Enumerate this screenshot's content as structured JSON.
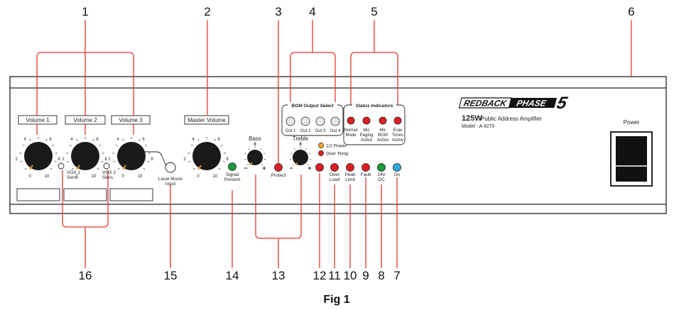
{
  "figure": {
    "caption": "Fig 1"
  },
  "callouts": {
    "c1": "1",
    "c2": "2",
    "c3": "3",
    "c4": "4",
    "c5": "5",
    "c6": "6",
    "c7": "7",
    "c8": "8",
    "c9": "9",
    "c10": "10",
    "c11": "11",
    "c12": "12",
    "c13": "13",
    "c14": "14",
    "c15": "15",
    "c16": "16"
  },
  "labels": {
    "volume1": "Volume 1",
    "volume2": "Volume 2",
    "volume3": "Volume 3",
    "master_volume": "Master Volume",
    "bass": "Bass",
    "treble": "Treble",
    "vox1": "VOX 1",
    "vox2": "VOX 2",
    "sens": "Sens.",
    "local_music_line1": "Local Music",
    "local_music_line2": "Input",
    "signal_line1": "Signal",
    "signal_line2": "Present",
    "protect": "Protect",
    "half_power": "1/2 Power",
    "over_temp": "Over Temp",
    "over_load_line1": "Over",
    "over_load_line2": "Load",
    "peak_line1": "Peak",
    "peak_line2": "Limit",
    "fault": "Fault",
    "dc_line1": "24V",
    "dc_line2": "DC",
    "on": "On",
    "bgm_output_select": "BGM Output Select",
    "out1": "Out 1",
    "out2": "Out 2",
    "out3": "Out 3",
    "out4": "Out 4",
    "status_indicators": "Status Indicators",
    "normal_line1": "Normal",
    "normal_line2": "Mode",
    "mic_paging_line1": "Mic",
    "mic_paging_line2": "Paging",
    "mic_paging_line3": "Active",
    "mic_bgm_line1": "Mic",
    "mic_bgm_line2": "BGM",
    "mic_bgm_line3": "Active",
    "evac_line1": "Evac",
    "evac_line2": "Tones",
    "evac_line3": "Active",
    "power": "Power"
  },
  "brand": {
    "logo_text": "REDBACK PHASE 5",
    "model_power": "125W",
    "model_desc": "Public Address Amplifier",
    "model_number": "Model : A 4270"
  },
  "knob_scale": {
    "t0": "0",
    "t2": "2",
    "t4": "4",
    "t6": "6",
    "t8": "8",
    "t10": "10"
  },
  "tone_scale": {
    "minus": "−",
    "zero": "0",
    "plus": "+"
  },
  "colors": {
    "callout_line": "#e03a2f",
    "led_red": "#e11d24",
    "led_green": "#1a9a3a",
    "led_blue": "#2aa9df",
    "led_orange": "#f5a623",
    "knob": "#1a1a1a",
    "pointer": "#e69a2e"
  }
}
